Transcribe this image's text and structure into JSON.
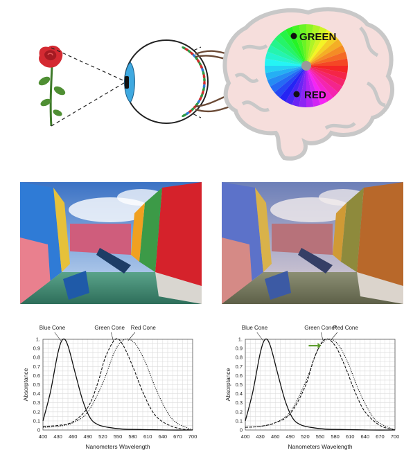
{
  "diagram": {
    "green_label": "GREEN",
    "red_label": "RED"
  },
  "photos": {
    "left": {
      "description_icon": "canal-photo-normal"
    },
    "right": {
      "description_icon": "canal-photo-shifted"
    }
  },
  "charts_text": {
    "left": {
      "blue": "Blue Cone",
      "green": "Green Cone",
      "red": "Red Cone"
    },
    "right": {
      "blue": "Blue Cone",
      "green": "Green Cone*",
      "red": "Red Cone"
    }
  },
  "chart_data": [
    {
      "type": "line",
      "title": "",
      "xlabel": "Nanometers Wavelength",
      "ylabel": "Absorptance",
      "xlim": [
        400,
        700
      ],
      "ylim": [
        0,
        1
      ],
      "x_ticks": [
        "400",
        "430",
        "460",
        "490",
        "520",
        "550",
        "580",
        "610",
        "640",
        "670",
        "700"
      ],
      "y_ticks": [
        "0",
        "0.1",
        "0.2",
        "0.3",
        "0.4",
        "0.5",
        "0.6",
        "0.7",
        "0.8",
        "0.9",
        "1."
      ],
      "grid": true,
      "series": [
        {
          "name": "Blue Cone",
          "style": "solid",
          "peak": 440,
          "x": [
            400,
            415,
            430,
            440,
            450,
            465,
            480,
            495,
            510,
            530,
            560,
            600,
            650,
            700
          ],
          "y": [
            0.1,
            0.42,
            0.85,
            1.0,
            0.93,
            0.62,
            0.32,
            0.13,
            0.06,
            0.03,
            0.01,
            0.005,
            0.0,
            0.0
          ]
        },
        {
          "name": "Green Cone",
          "style": "dashed",
          "peak": 545,
          "x": [
            400,
            430,
            460,
            490,
            510,
            525,
            545,
            560,
            580,
            600,
            620,
            640,
            670,
            700
          ],
          "y": [
            0.04,
            0.05,
            0.09,
            0.25,
            0.52,
            0.8,
            1.0,
            0.94,
            0.7,
            0.42,
            0.2,
            0.09,
            0.02,
            0.0
          ]
        },
        {
          "name": "Red Cone",
          "style": "dotted",
          "peak": 565,
          "x": [
            400,
            430,
            460,
            490,
            520,
            545,
            565,
            585,
            605,
            625,
            645,
            665,
            700
          ],
          "y": [
            0.03,
            0.04,
            0.08,
            0.2,
            0.52,
            0.88,
            1.0,
            0.95,
            0.75,
            0.47,
            0.24,
            0.09,
            0.0
          ]
        }
      ]
    },
    {
      "type": "line",
      "title": "",
      "xlabel": "Nanometers Wavelength",
      "ylabel": "Absorptance",
      "xlim": [
        400,
        700
      ],
      "ylim": [
        0,
        1
      ],
      "x_ticks": [
        "400",
        "430",
        "460",
        "490",
        "520",
        "550",
        "580",
        "610",
        "640",
        "670",
        "700"
      ],
      "y_ticks": [
        "0",
        "0.1",
        "0.2",
        "0.3",
        "0.4",
        "0.5",
        "0.6",
        "0.7",
        "0.8",
        "0.9",
        "1."
      ],
      "grid": true,
      "annotation": {
        "type": "arrow",
        "color": "#5a9a2a",
        "direction": "right"
      },
      "series": [
        {
          "name": "Blue Cone",
          "style": "solid",
          "peak": 440,
          "x": [
            400,
            415,
            430,
            440,
            450,
            465,
            480,
            495,
            510,
            530,
            560,
            600,
            650,
            700
          ],
          "y": [
            0.1,
            0.42,
            0.85,
            1.0,
            0.93,
            0.62,
            0.32,
            0.13,
            0.06,
            0.03,
            0.01,
            0.005,
            0.0,
            0.0
          ]
        },
        {
          "name": "Green Cone*",
          "style": "dashed",
          "peak": 560,
          "x": [
            400,
            430,
            460,
            490,
            520,
            540,
            560,
            580,
            600,
            620,
            640,
            670,
            700
          ],
          "y": [
            0.03,
            0.04,
            0.08,
            0.18,
            0.48,
            0.82,
            1.0,
            0.93,
            0.7,
            0.42,
            0.2,
            0.05,
            0.0
          ]
        },
        {
          "name": "Red Cone",
          "style": "dotted",
          "peak": 565,
          "x": [
            400,
            430,
            460,
            490,
            520,
            545,
            565,
            585,
            605,
            625,
            645,
            665,
            700
          ],
          "y": [
            0.03,
            0.04,
            0.08,
            0.2,
            0.52,
            0.88,
            1.0,
            0.95,
            0.75,
            0.47,
            0.24,
            0.09,
            0.0
          ]
        }
      ]
    }
  ]
}
